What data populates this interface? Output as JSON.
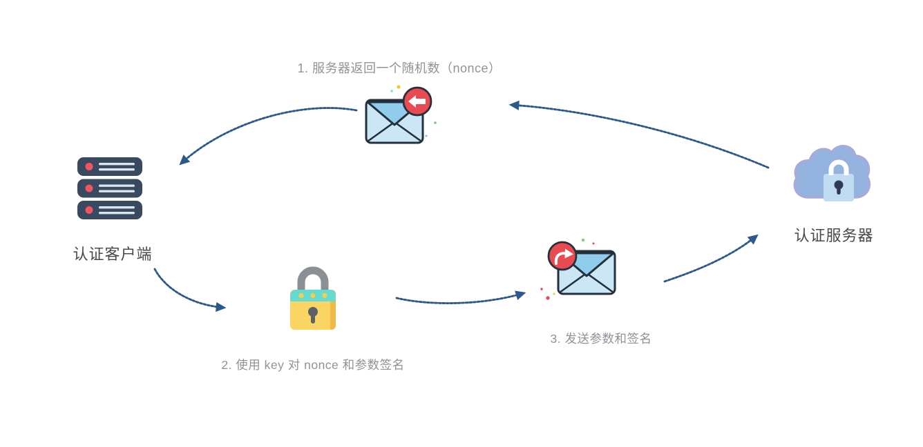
{
  "diagram": {
    "title_implicit": "nonce 签名认证流程",
    "nodes": {
      "client": {
        "label": "认证客户端",
        "icon": "server-stack-icon"
      },
      "auth_server": {
        "label": "认证服务器",
        "icon": "cloud-lock-icon"
      },
      "step1": {
        "label": "1. 服务器返回一个随机数（nonce）",
        "icon": "mail-receive-icon"
      },
      "step2": {
        "label": "2. 使用 key 对 nonce 和参数签名",
        "icon": "padlock-icon"
      },
      "step3": {
        "label": "3. 发送参数和签名",
        "icon": "mail-send-icon"
      }
    },
    "edges": [
      {
        "from": "auth_server",
        "to": "step1_mail",
        "style": "sketchy-curve"
      },
      {
        "from": "step1_mail",
        "to": "client",
        "style": "sketchy-curve"
      },
      {
        "from": "client",
        "to": "step2_padlock",
        "style": "sketchy-curve"
      },
      {
        "from": "step2_padlock",
        "to": "step3_mail",
        "style": "sketchy-curve"
      },
      {
        "from": "step3_mail",
        "to": "auth_server",
        "style": "sketchy-curve"
      }
    ],
    "colors": {
      "background": "#ffffff",
      "arrow": "#2b5a8a",
      "step_label_text": "#8f9398",
      "entity_label_text": "#47494d",
      "envelope_body": "#cbe6f5",
      "envelope_flap": "#90cded",
      "envelope_outline": "#232f3b",
      "badge_red": "#e94b52",
      "server_body": "#3a4a5e",
      "server_led_red": "#ef5661",
      "server_lines": "#d8e6f2",
      "cloud_fill": "#95b3df",
      "cloud_outline": "#a6abd8",
      "cloud_lock_body": "#bfdcf1",
      "padlock_body_yellow": "#fbd564",
      "padlock_band_teal": "#65dad1",
      "padlock_shackle_gray": "#8b9096"
    }
  }
}
